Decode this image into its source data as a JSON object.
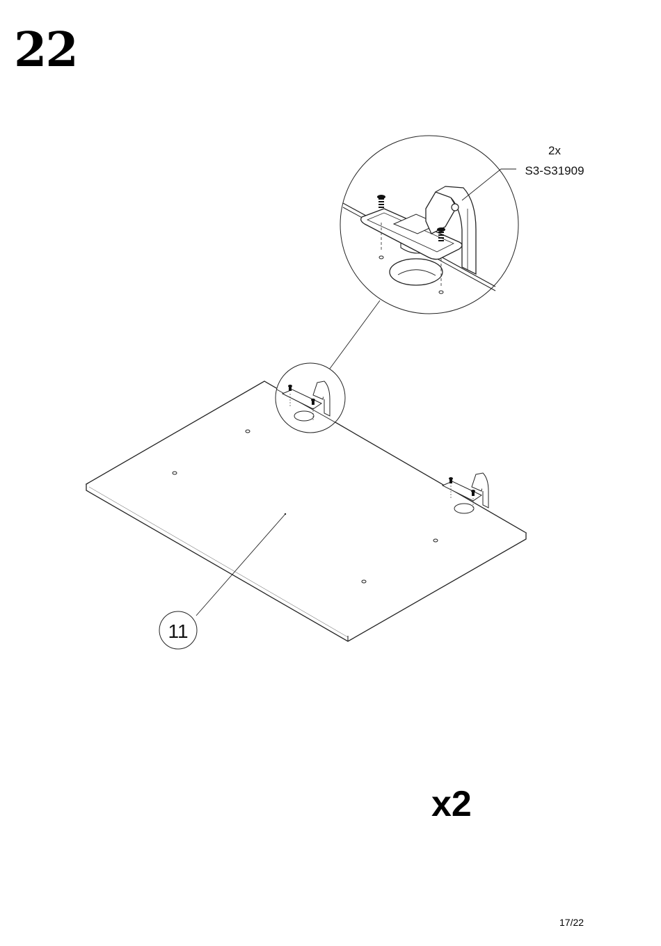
{
  "step": {
    "number": "22"
  },
  "callout": {
    "quantity": "2x",
    "part_code": "S3-S31909"
  },
  "part_label": "11",
  "multiplier": "x2",
  "footer": {
    "page": "17/22"
  }
}
